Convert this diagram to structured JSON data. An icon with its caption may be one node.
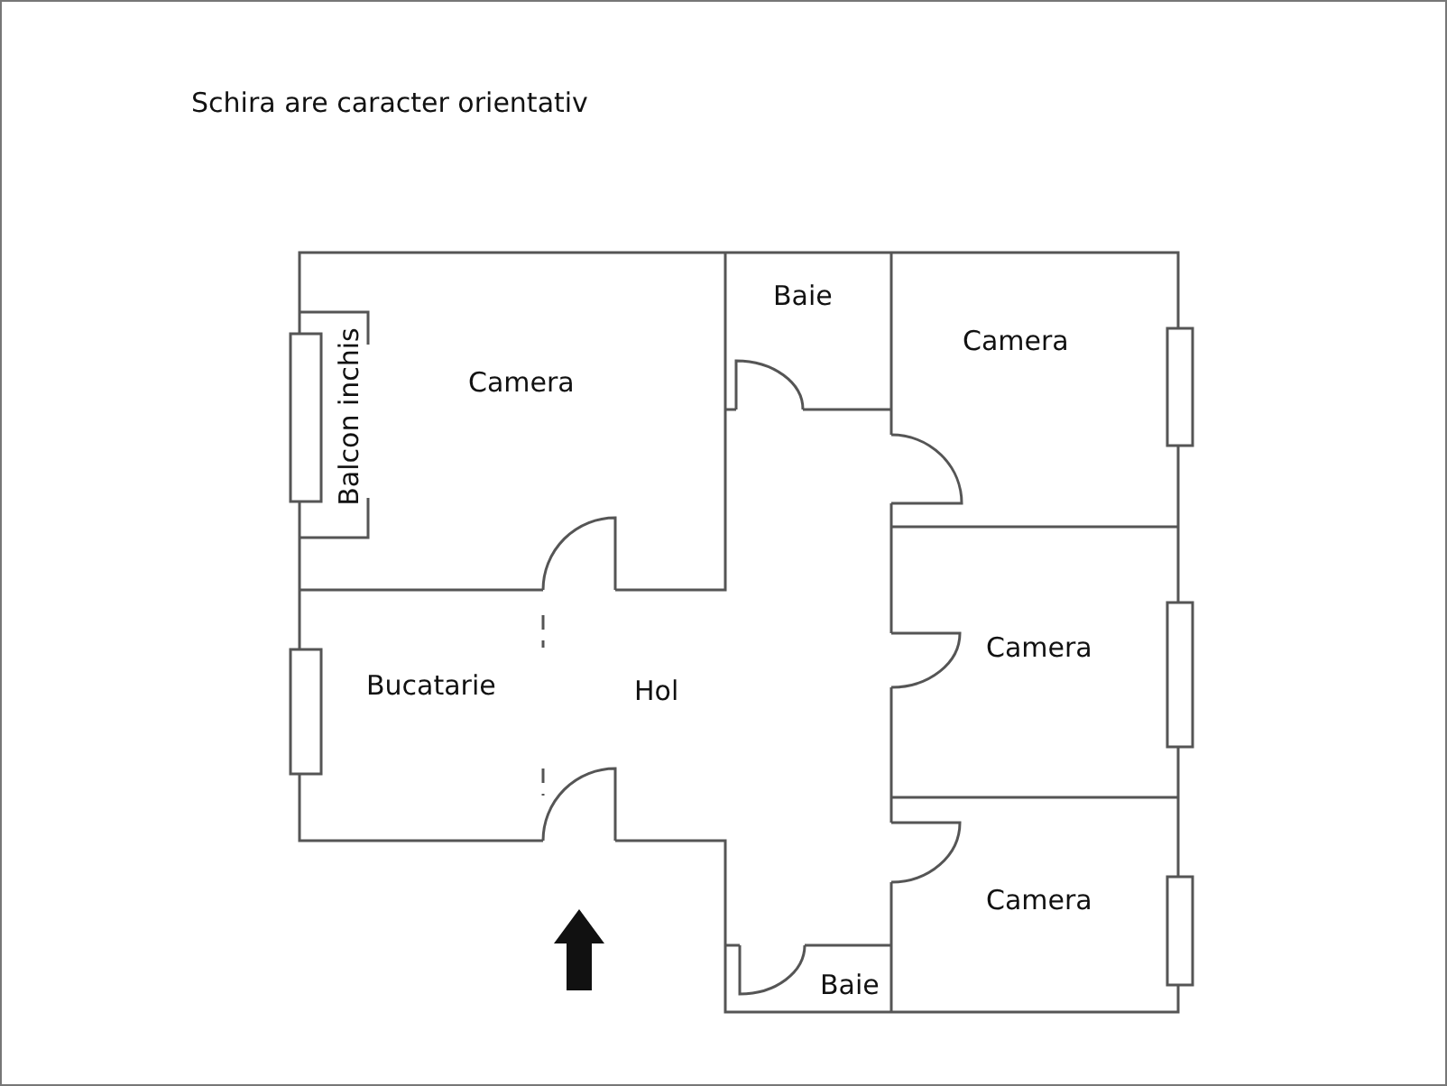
{
  "diagram": {
    "labels": [
      "Schira are caracter orientativ",
      "Baie",
      "Camera",
      "Camera",
      "Balcon inchis",
      "Camera",
      "Bucatarie",
      "Hol",
      "Camera",
      "Baie"
    ]
  }
}
